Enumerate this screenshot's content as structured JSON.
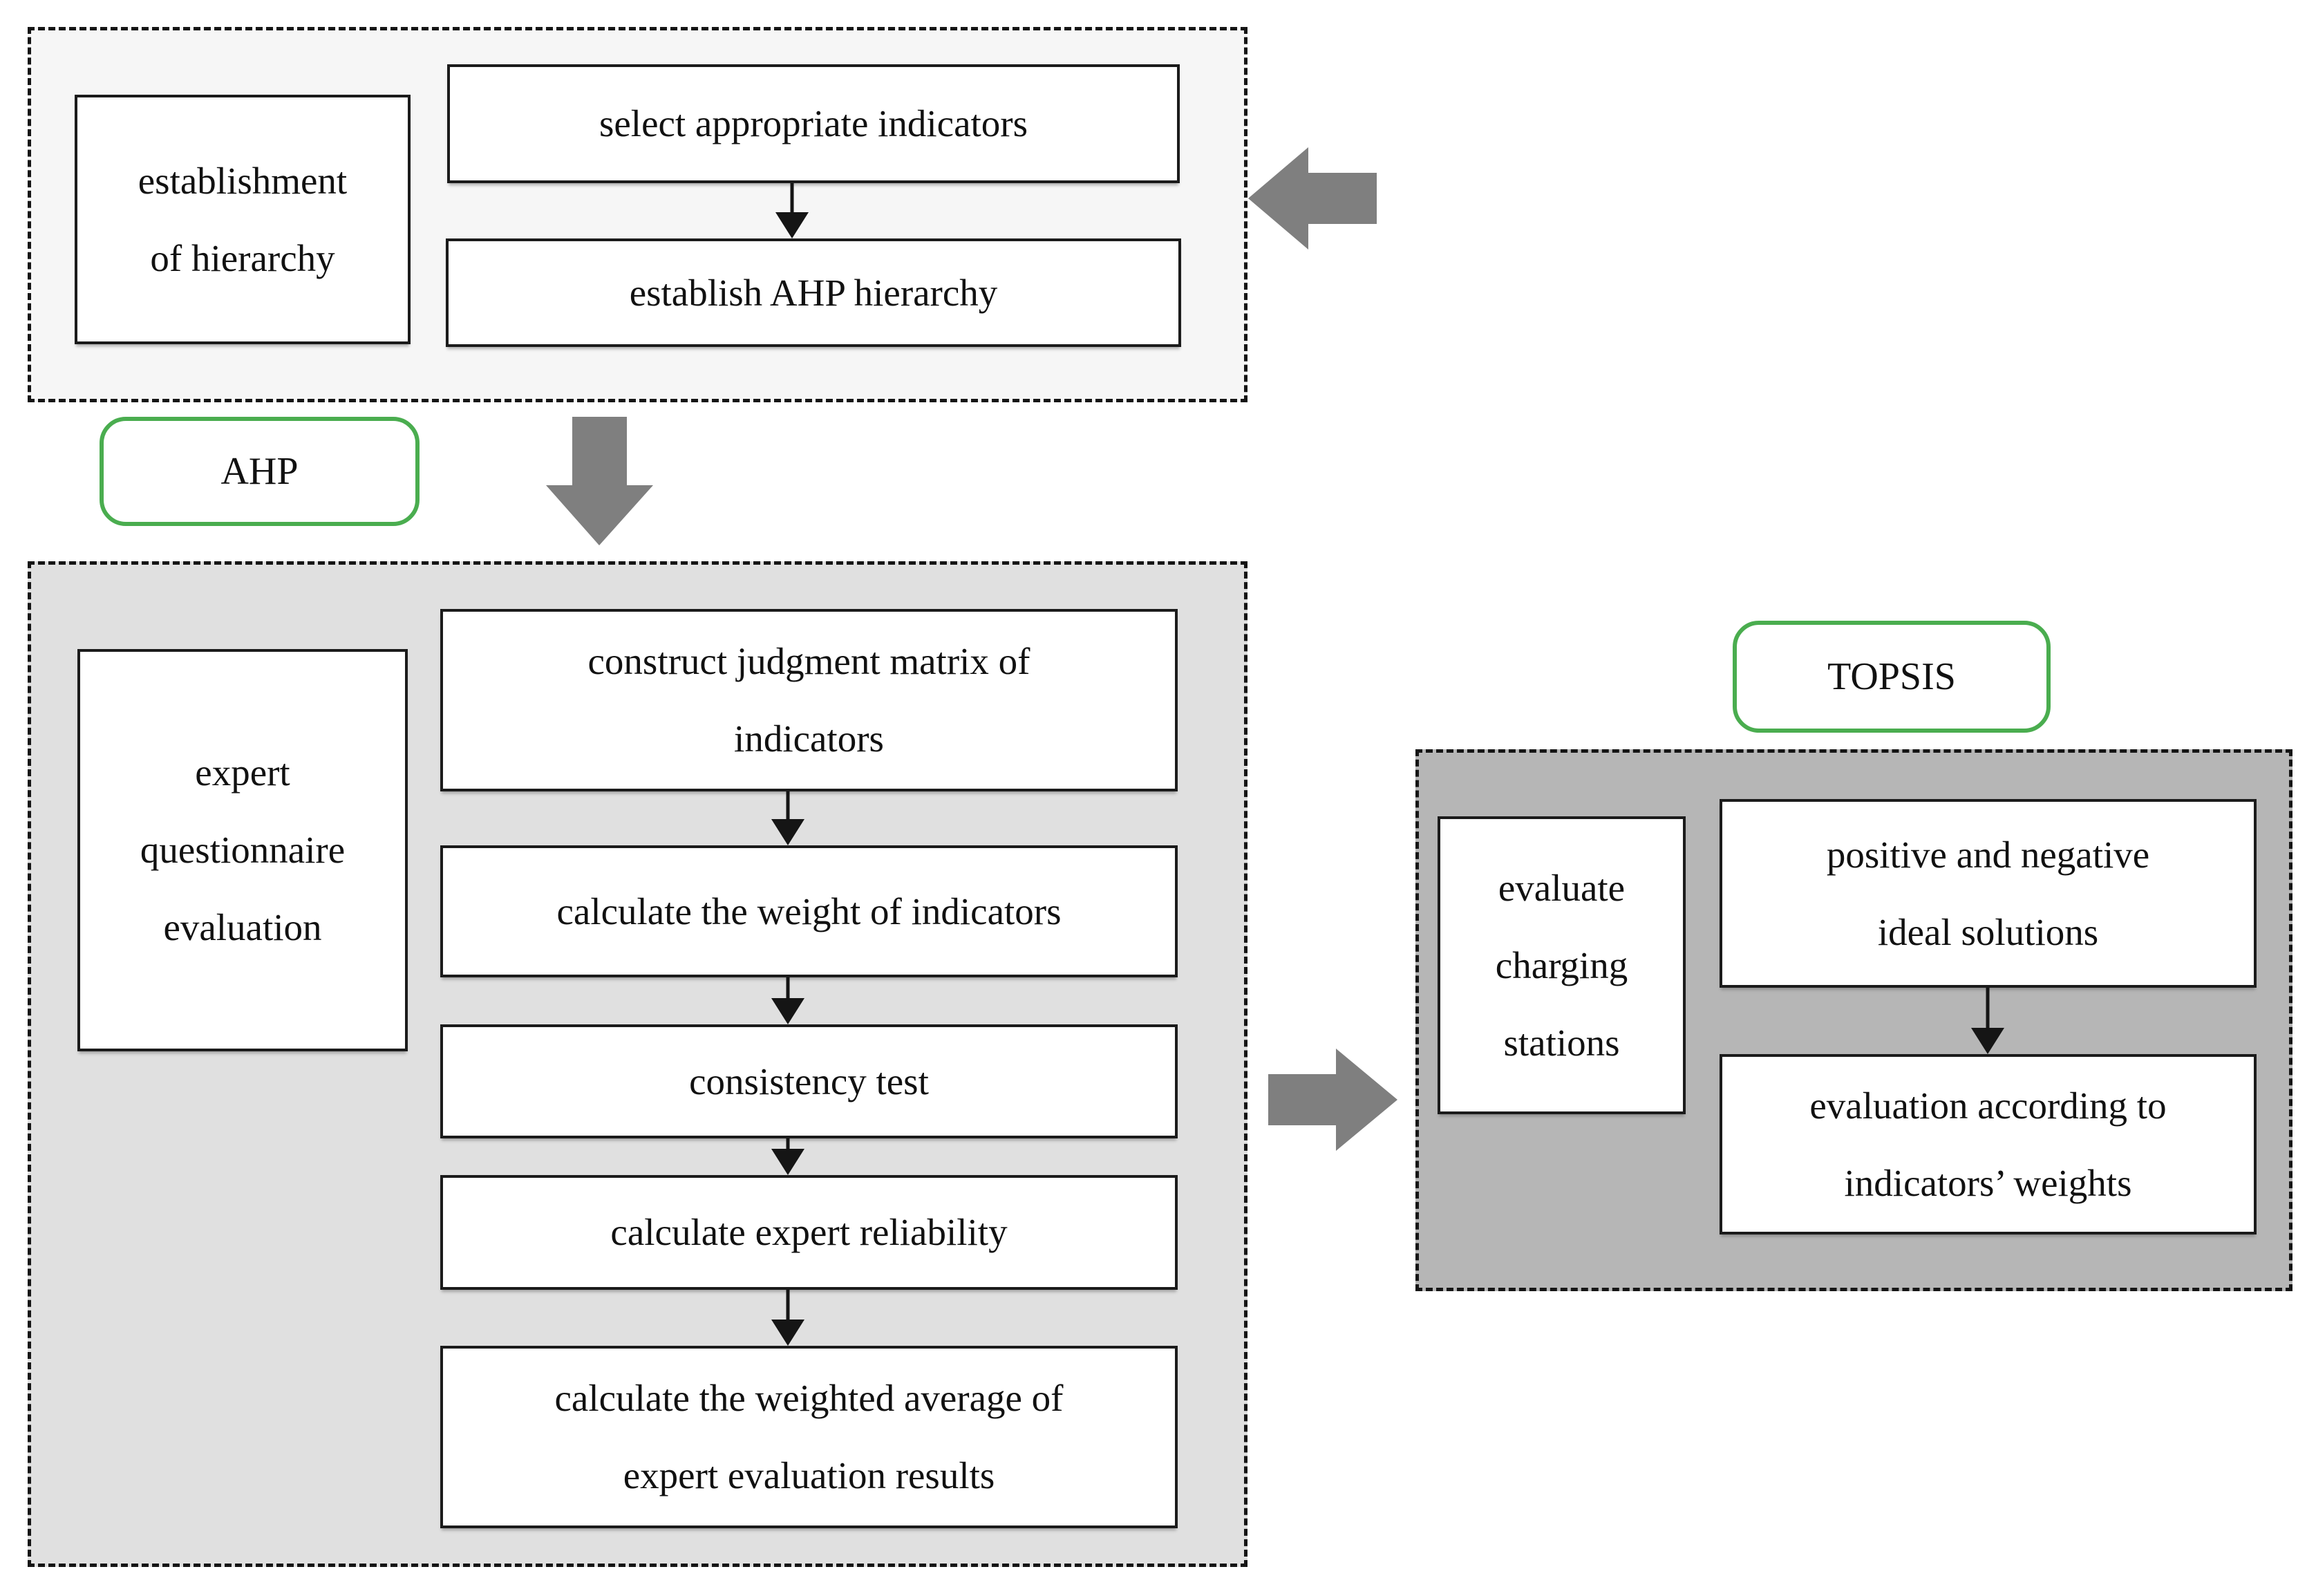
{
  "labels": {
    "ahp": "AHP",
    "topsis": "TOPSIS"
  },
  "top_section": {
    "side_box": {
      "lines": [
        "establishment",
        "of hierarchy"
      ]
    },
    "steps": [
      {
        "lines": [
          "select appropriate indicators"
        ]
      },
      {
        "lines": [
          "establish AHP hierarchy"
        ]
      }
    ]
  },
  "middle_section": {
    "side_box": {
      "lines": [
        "expert",
        "questionnaire",
        "evaluation"
      ]
    },
    "steps": [
      {
        "lines": [
          "construct judgment matrix of",
          "indicators"
        ]
      },
      {
        "lines": [
          "calculate the weight of indicators"
        ]
      },
      {
        "lines": [
          "consistency test"
        ]
      },
      {
        "lines": [
          "calculate expert reliability"
        ]
      },
      {
        "lines": [
          "calculate the weighted average of",
          "expert evaluation results"
        ]
      }
    ]
  },
  "right_section": {
    "side_box": {
      "lines": [
        "evaluate",
        "charging",
        "stations"
      ]
    },
    "steps": [
      {
        "lines": [
          "positive and negative",
          "ideal solutions"
        ]
      },
      {
        "lines": [
          "evaluation according to",
          "indicators’ weights"
        ]
      }
    ]
  },
  "colors": {
    "top_section_bg": "#f6f6f6",
    "middle_section_bg": "#e0e0e0",
    "right_section_bg": "#b6b6b6",
    "green_accent": "#4aad4f",
    "arrow_gray": "#7f7f7f",
    "line_black": "#151515"
  }
}
